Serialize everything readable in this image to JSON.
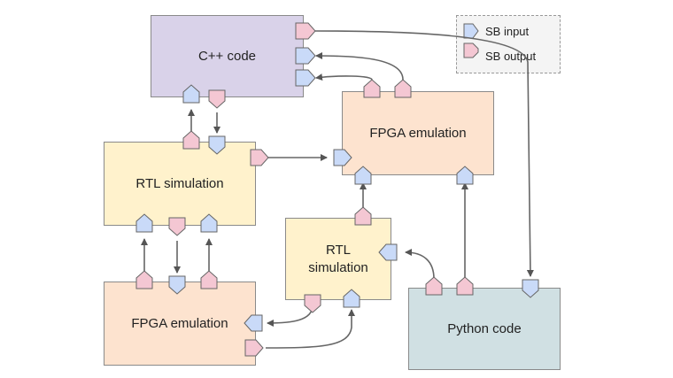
{
  "legend": {
    "input_label": "SB input",
    "output_label": "SB output"
  },
  "colors": {
    "sb_input": "#c9daf8",
    "sb_output": "#f4c7d3",
    "cpp": "#d9d2e9",
    "fpga": "#fde3cf",
    "rtl": "#fff2cc",
    "python": "#d0e0e3",
    "arrow": "#555555"
  },
  "blocks": {
    "cpp": "C++ code",
    "fpga_top": "FPGA emulation",
    "rtl_left": "RTL simulation",
    "rtl_middle": "RTL\nsimulation",
    "fpga_bottom": "FPGA emulation",
    "python": "Python code"
  }
}
